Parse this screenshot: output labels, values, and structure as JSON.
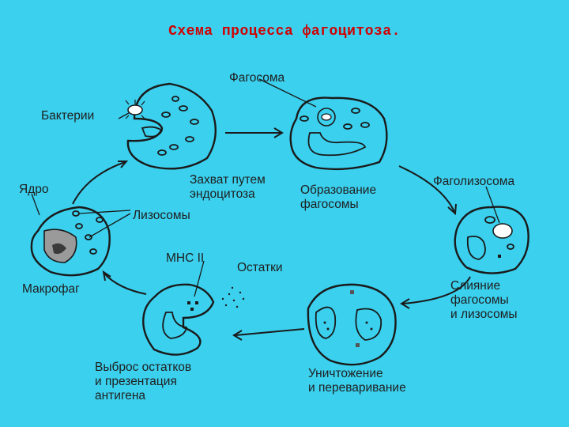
{
  "title": "Схема процесса фагоцитоза.",
  "labels": {
    "phagosome": "Фагосома",
    "bacteria": "Бактерии",
    "capture_line1": "Захват путем",
    "capture_line2": "эндоцитоза",
    "formation_line1": "Образование",
    "formation_line2": "фагосомы",
    "phagolysosome": "Фаголизосома",
    "nucleus": "Ядро",
    "lysosomes": "Лизосомы",
    "mhc": "МНС II",
    "residues": "Остатки",
    "macrophage": "Макрофаг",
    "fusion_line1": "Слияние",
    "fusion_line2": "фагосомы",
    "fusion_line3": "и лизосомы",
    "release_line1": "Выброс остатков",
    "release_line2": "и презентация",
    "release_line3": "антигена",
    "destruction_line1": "Уничтожение",
    "destruction_line2": "и переваривание"
  },
  "colors": {
    "background": "#3ad0ee",
    "title": "#d10000",
    "ink": "#1a1a1a",
    "nucleus_fill": "#9a9a9a"
  }
}
